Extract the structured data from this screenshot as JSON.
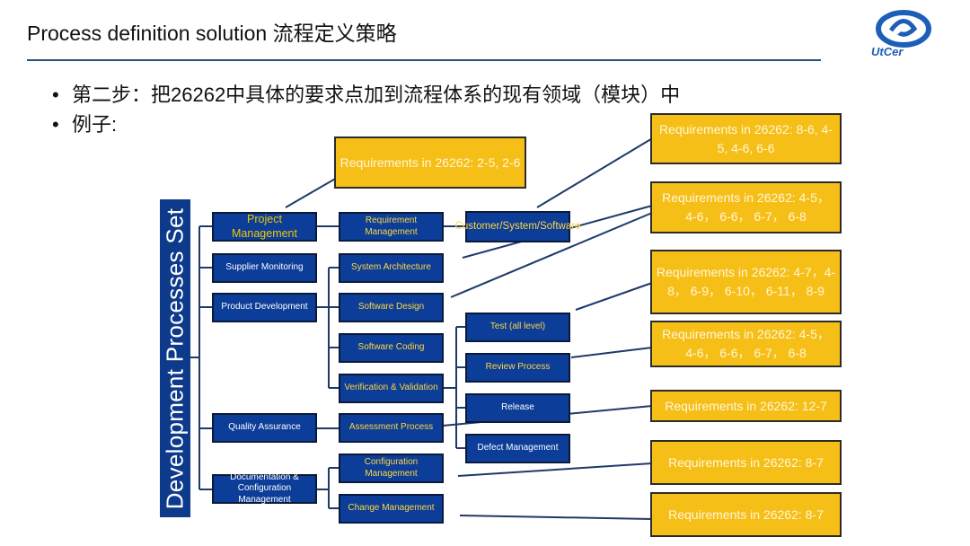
{
  "header": {
    "title": "Process definition solution 流程定义策略",
    "logo_text": "UtCer"
  },
  "bullets": [
    {
      "text": "第二步：把26262中具体的要求点加到流程体系的现有领域（模块）中"
    },
    {
      "text": "例子:"
    }
  ],
  "diagram": {
    "root_label": "Development Processes Set",
    "level1": [
      {
        "label": "Project Management"
      },
      {
        "label": "Supplier Monitoring"
      },
      {
        "label": "Product Development"
      },
      {
        "label": "Quality Assurance"
      },
      {
        "label": "Documentation & Configuration Management"
      }
    ],
    "level2": [
      {
        "label": "Requirement Management"
      },
      {
        "label": "System Architecture"
      },
      {
        "label": "Software Design"
      },
      {
        "label": "Software Coding"
      },
      {
        "label": "Verification & Validation"
      },
      {
        "label": "Assessment Process"
      },
      {
        "label": "Configuration Management"
      },
      {
        "label": "Change Management"
      }
    ],
    "level3": [
      {
        "label": "Customer/System/Software"
      },
      {
        "label": "Test (all level)"
      },
      {
        "label": "Review Process"
      },
      {
        "label": "Release"
      },
      {
        "label": "Defect Management"
      }
    ],
    "requirements": [
      {
        "text": "Requirements in 26262: 2-5, 2-6"
      },
      {
        "text": "Requirements in 26262: 8-6, 4-5, 4-6, 6-6"
      },
      {
        "text": "Requirements in 26262: 4-5， 4-6， 6-6， 6-7， 6-8"
      },
      {
        "text": "Requirements in 26262: 4-7，4-8， 6-9， 6-10， 6-11， 8-9"
      },
      {
        "text": "Requirements in 26262: 4-5， 4-6， 6-6， 6-7， 6-8"
      },
      {
        "text": "Requirements in 26262: 12-7"
      },
      {
        "text": "Requirements in 26262: 8-7"
      },
      {
        "text": "Requirements in 26262: 8-7"
      }
    ]
  },
  "colors": {
    "box_blue": "#0c3d98",
    "yellow": "#f6bf18",
    "rule": "#2a4f7a",
    "logo_blue": "#1d5eb8"
  }
}
